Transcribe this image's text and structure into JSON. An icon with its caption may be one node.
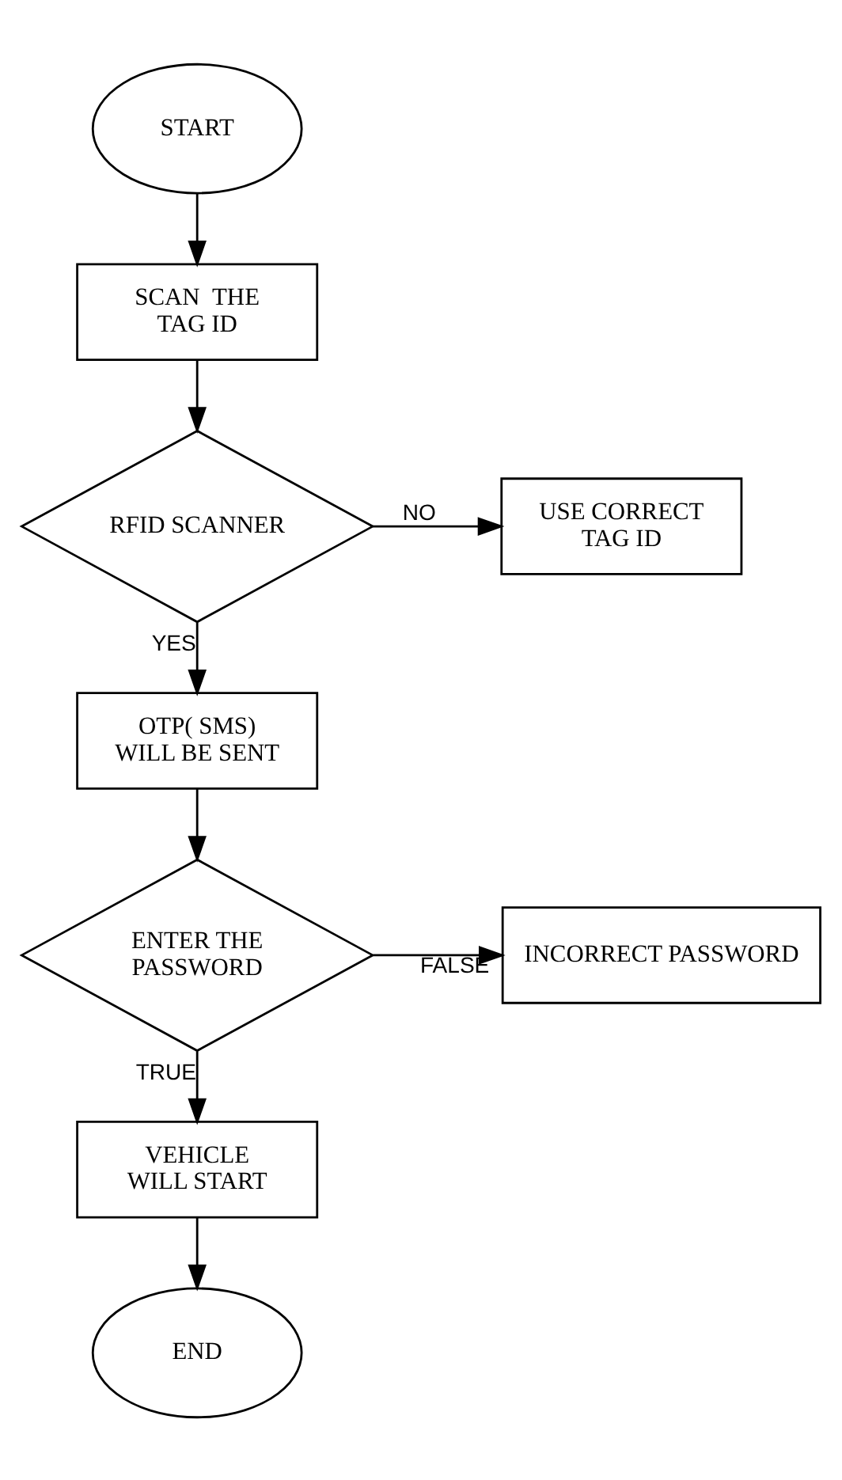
{
  "diagram": {
    "nodes": [
      {
        "text": [
          "START"
        ]
      },
      {
        "text": [
          "SCAN  THE TAG ID"
        ]
      },
      {
        "text": [
          "RFID SCANNER"
        ]
      },
      {
        "text": [
          "USE CORRECT TAG ID"
        ]
      },
      {
        "text": [
          "OTP( SMS) WILL BE SENT"
        ]
      },
      {
        "text": [
          "ENTER THE PASSWORD"
        ]
      },
      {
        "text": [
          "INCORRECT PASSWORD"
        ]
      },
      {
        "text": [
          "VEHICLE WILL START"
        ]
      },
      {
        "text": [
          "END"
        ]
      }
    ],
    "edges": [
      {
        "from": 0,
        "to": 1,
        "arrow": "to"
      },
      {
        "from": 1,
        "to": 2,
        "arrow": "to"
      },
      {
        "from": 2,
        "to": 3,
        "arrow": "to",
        "label": "NO"
      },
      {
        "from": 2,
        "to": 4,
        "arrow": "to",
        "label": "YES"
      },
      {
        "from": 4,
        "to": 5,
        "arrow": "to"
      },
      {
        "from": 5,
        "to": 6,
        "arrow": "to",
        "label": "FALSE"
      },
      {
        "from": 5,
        "to": 7,
        "arrow": "to",
        "label": "TRUE"
      },
      {
        "from": 7,
        "to": 8,
        "arrow": "to"
      }
    ]
  }
}
